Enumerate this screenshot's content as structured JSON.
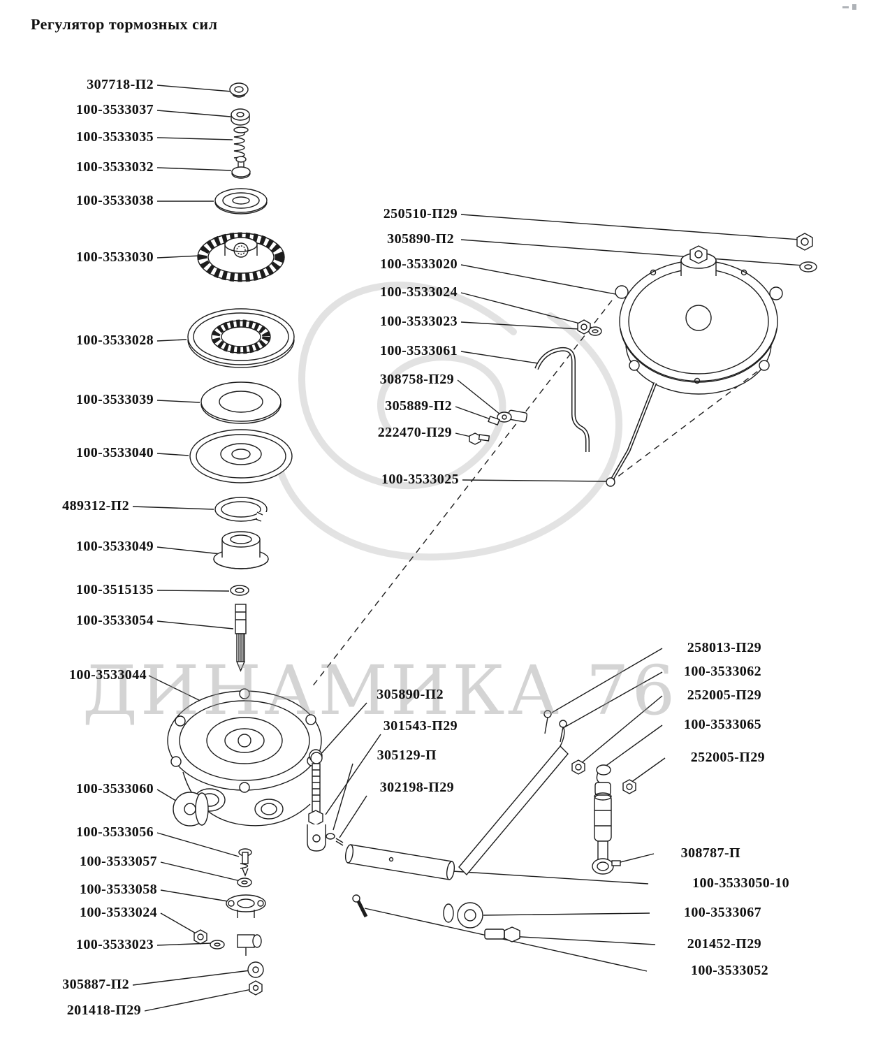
{
  "title": "Регулятор тормозных сил",
  "watermark": "ДИНАМИКА 76",
  "colors": {
    "line": "#1c1c1c",
    "watermark": "#b5b5b5",
    "background": "#ffffff"
  },
  "labels": {
    "left": [
      "307718-П2",
      "100-3533037",
      "100-3533035",
      "100-3533032",
      "100-3533038",
      "100-3533030",
      "100-3533028",
      "100-3533039",
      "100-3533040",
      "489312-П2",
      "100-3533049",
      "100-3515135",
      "100-3533054",
      "100-3533044",
      "100-3533060",
      "100-3533056",
      "100-3533057",
      "100-3533058",
      "100-3533024",
      "100-3533023",
      "305887-П2",
      "201418-П29"
    ],
    "middle": [
      "250510-П29",
      "305890-П2",
      "100-3533020",
      "100-3533024",
      "100-3533023",
      "100-3533061",
      "308758-П29",
      "305889-П2",
      "222470-П29",
      "100-3533025"
    ],
    "center": [
      "305890-П2",
      "301543-П29",
      "305129-П",
      "302198-П29"
    ],
    "right": [
      "258013-П29",
      "100-3533062",
      "252005-П29",
      "100-3533065",
      "252005-П29",
      "308787-П",
      "100-3533050-10",
      "100-3533067",
      "201452-П29",
      "100-3533052"
    ]
  }
}
